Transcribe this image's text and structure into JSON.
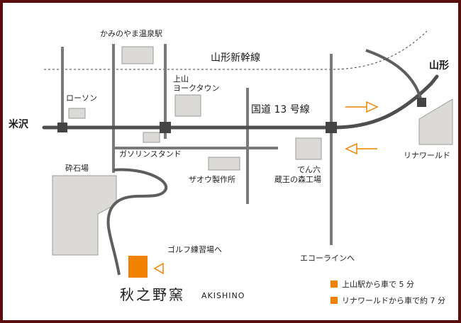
{
  "colors": {
    "frame": "#5a0e0e",
    "road_gray": "#777777",
    "route_dark": "#5e5e5e",
    "building_fill": "#dcdad6",
    "building_stroke": "#9a9a9a",
    "accent_orange": "#f08200"
  },
  "map": {
    "rail_label": "山形新幹線",
    "highway_label": "国道 13 号線",
    "city_west": "米沢",
    "city_east": "山形",
    "station_label": "かみのやま温泉駅",
    "kaminoyama_label_line1": "上山",
    "kaminoyama_label_line2": "ヨークタウン",
    "lawson_label": "ローソン",
    "gas_label": "ガソリンスタンド",
    "zao_label": "ザオウ製作所",
    "denroku_line1": "でん六",
    "denroku_line2": "蔵王の森工場",
    "quarry_label": "砕石場",
    "rinaworld_label": "リナワールド",
    "golf_label": "ゴルフ練習場へ",
    "ecoline_label": "エコーラインへ",
    "destination_jp": "秋之野窯",
    "destination_en": "AKISHINO"
  },
  "legend": [
    {
      "text": "上山駅から車で 5 分",
      "color": "#f08200"
    },
    {
      "text": "リナワールドから車で約 7 分",
      "color": "#f08200"
    }
  ]
}
